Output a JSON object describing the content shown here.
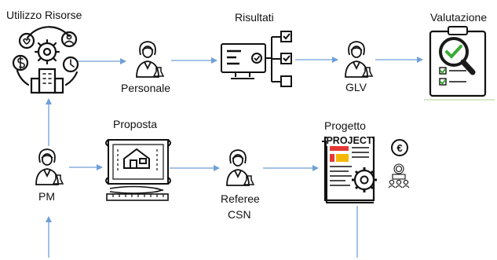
{
  "nodes": {
    "utilizzo_risorse": {
      "label": "Utilizzo Risorse",
      "icon": "resources-cluster-icon"
    },
    "personale": {
      "label": "Personale",
      "icon": "person-icon"
    },
    "risultati": {
      "label": "Risultati",
      "icon": "results-checklist-icon"
    },
    "glv": {
      "label": "GLV",
      "icon": "person-icon"
    },
    "valutazione": {
      "label": "Valutazione",
      "icon": "evaluation-clipboard-icon"
    },
    "proposta": {
      "label": "Proposta",
      "icon": "blueprint-icon"
    },
    "pm": {
      "label": "PM",
      "icon": "person-icon"
    },
    "referee": {
      "label_line1": "Referee",
      "label_line2": "CSN",
      "icon": "person-icon"
    },
    "progetto": {
      "label": "Progetto",
      "icon": "project-document-icon",
      "badge": "PROJECT"
    },
    "euro": {
      "symbol": "€",
      "icon": "euro-coin-icon"
    },
    "team": {
      "icon": "team-icon"
    }
  },
  "colors": {
    "arrow": "#6f9fd8",
    "line": "#111111",
    "check": "#3aaa35",
    "magnifier": "#1a1a1a",
    "project_accent_red": "#e53935",
    "project_accent_yellow": "#f5b800"
  }
}
